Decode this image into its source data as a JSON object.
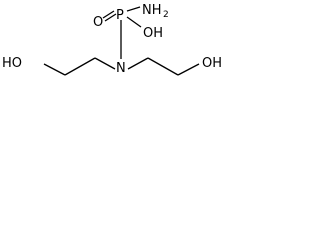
{
  "molecule": {
    "atoms": {
      "oxo": "O",
      "phosphorus": "P",
      "amino_n": "NH",
      "amino_sub": "2",
      "hydroxy_p": "OH",
      "nitrogen": "N",
      "hydroxy_left": "HO",
      "hydroxy_right": "OH"
    }
  }
}
